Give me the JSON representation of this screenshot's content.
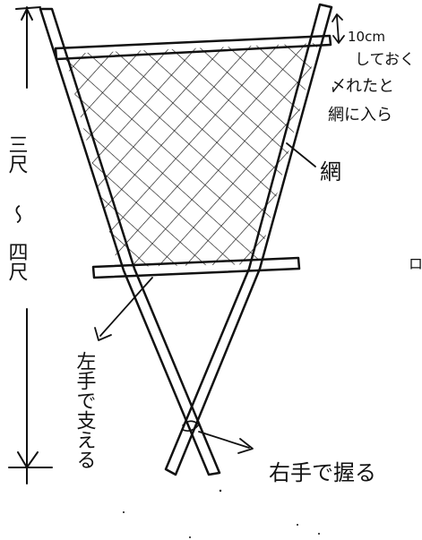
{
  "labels": {
    "height_top": "三尺",
    "height_tilde": "〜",
    "height_bottom": "四尺",
    "gap_line1": "10cm",
    "gap_line2": "しておく",
    "note_line1": "〆れたと",
    "note_line2": "網に入ら",
    "net": "網",
    "left_hand": "左手で支える",
    "right_hand": "右手で握る",
    "stray_mark": "ロ"
  },
  "colors": {
    "ink": "#111111",
    "paper": "#ffffff"
  }
}
